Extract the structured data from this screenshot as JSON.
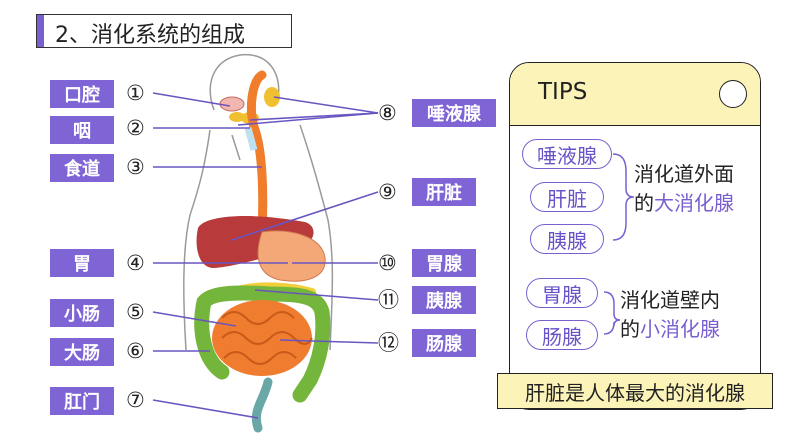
{
  "title": "2、消化系统的组成",
  "left_labels": [
    {
      "text": "口腔",
      "num": "①"
    },
    {
      "text": "咽",
      "num": "②"
    },
    {
      "text": "食道",
      "num": "③"
    },
    {
      "text": "胃",
      "num": "④"
    },
    {
      "text": "小肠",
      "num": "⑤"
    },
    {
      "text": "大肠",
      "num": "⑥"
    },
    {
      "text": "肛门",
      "num": "⑦"
    }
  ],
  "right_labels": [
    {
      "text": "唾液腺",
      "num": "⑧"
    },
    {
      "text": "肝脏",
      "num": "⑨"
    },
    {
      "text": "胃腺",
      "num": "⑩"
    },
    {
      "text": "胰腺",
      "num": "⑪"
    },
    {
      "text": "肠腺",
      "num": "⑫"
    }
  ],
  "tips": {
    "title": "TIPS",
    "outer_glands": [
      "唾液腺",
      "肝脏",
      "胰腺"
    ],
    "outer_desc_line1": "消化道外面",
    "outer_desc_prefix": "的",
    "outer_desc_highlight": "大消化腺",
    "inner_glands": [
      "胃腺",
      "肠腺"
    ],
    "inner_desc_line1": "消化道壁内",
    "inner_desc_prefix": "的",
    "inner_desc_highlight": "小消化腺"
  },
  "note": "肝脏是人体最大的消化腺",
  "colors": {
    "label_bg": "#7f64d6",
    "accent": "#7a5fd0",
    "tips_header_bg": "#fbf3b8"
  }
}
